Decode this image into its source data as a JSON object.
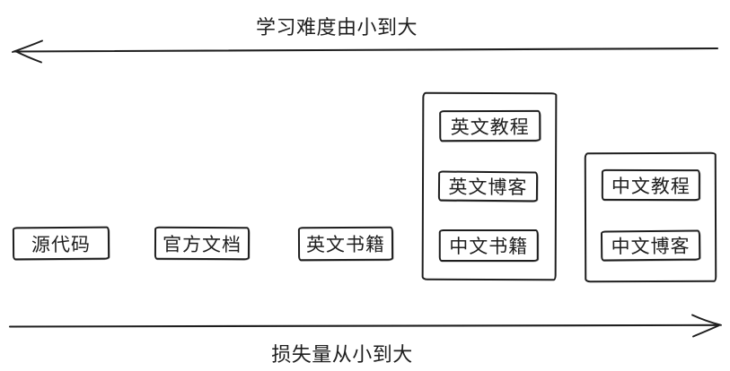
{
  "diagram": {
    "top_axis_label": "学习难度由小到大",
    "bottom_axis_label": "损失量从小到大",
    "nodes": [
      {
        "label": "源代码"
      },
      {
        "label": "官方文档"
      },
      {
        "label": "英文书籍"
      }
    ],
    "group1": {
      "items": [
        {
          "label": "英文教程"
        },
        {
          "label": "英文博客"
        },
        {
          "label": "中文书籍"
        }
      ]
    },
    "group2": {
      "items": [
        {
          "label": "中文教程"
        },
        {
          "label": "中文博客"
        }
      ]
    },
    "colors": {
      "ink": "#1e1e1e",
      "background": "#ffffff"
    }
  }
}
